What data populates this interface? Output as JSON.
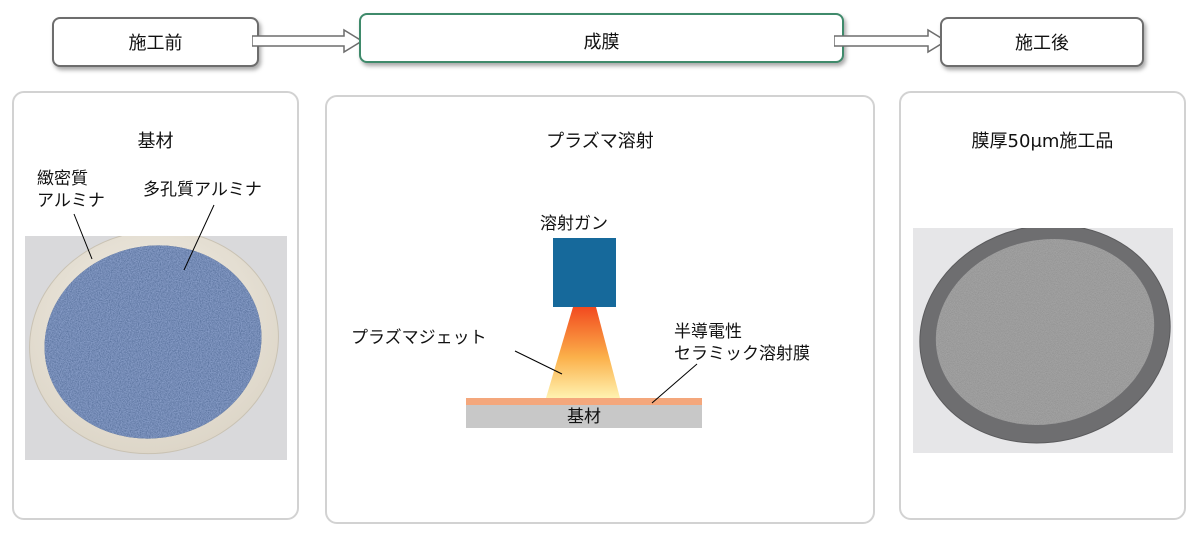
{
  "flow": {
    "before": "施工前",
    "process": "成膜",
    "after": "施工後"
  },
  "left": {
    "title": "基材",
    "dense_label_1": "緻密質",
    "dense_label_2": "アルミナ",
    "porous_label": "多孔質アルミナ"
  },
  "center": {
    "title": "プラズマ溶射",
    "gun_label": "溶射ガン",
    "jet_label": "プラズマジェット",
    "film_label_1": "半導電性",
    "film_label_2": "セラミック溶射膜",
    "substrate_label": "基材"
  },
  "right": {
    "title": "膜厚50μm施工品"
  },
  "colors": {
    "gun": "#16699b",
    "film": "#f4a77c",
    "substrate": "#c8c8c8",
    "active_border": "#3f8a6b"
  }
}
